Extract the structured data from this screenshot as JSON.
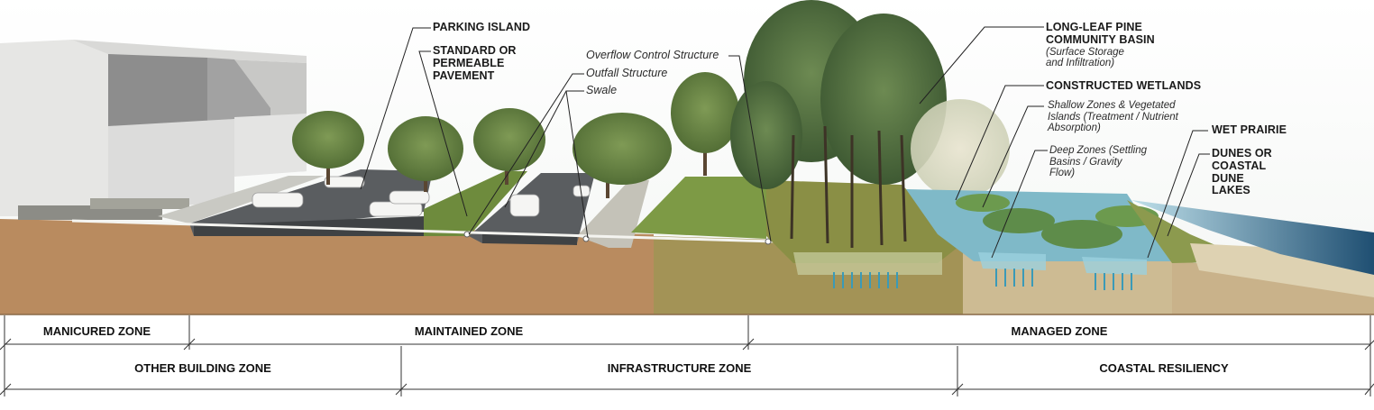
{
  "callouts": {
    "parking_island": "PARKING ISLAND",
    "standard_pavement": "STANDARD OR PERMEABLE PAVEMENT",
    "overflow_control": "Overflow Control Structure",
    "outfall": "Outfall Structure",
    "swale": "Swale",
    "longleaf_title": "LONG-LEAF PINE COMMUNITY BASIN",
    "longleaf_sub": "(Surface Storage and Infiltration)",
    "wetlands": "CONSTRUCTED WETLANDS",
    "shallow_zones": "Shallow Zones & Vegetated Islands (Treatment / Nutrient Absorption)",
    "deep_zones": "Deep Zones (Settling Basins / Gravity Flow)",
    "wet_prairie": "WET PRAIRIE",
    "dunes": "DUNES OR COASTAL DUNE LAKES"
  },
  "zones_row1": {
    "manicured": "MANICURED ZONE",
    "maintained": "MAINTAINED ZONE",
    "managed": "MANAGED ZONE"
  },
  "zones_row2": {
    "other_building": "OTHER BUILDING ZONE",
    "infrastructure": "INFRASTRUCTURE ZONE",
    "coastal": "COASTAL RESILIENCY"
  },
  "colors": {
    "soil_brown": "#b98b5f",
    "soil_olive": "#a39356",
    "soil_sand": "#cdbb93",
    "water": "#6fb5c8",
    "grass": "#6e8b3d",
    "pavement": "#5a5d60"
  }
}
